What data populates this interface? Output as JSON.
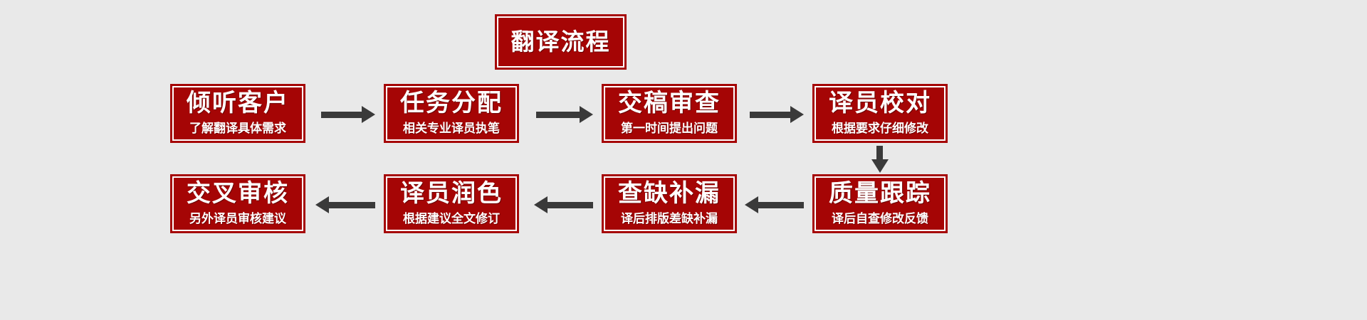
{
  "diagram": {
    "title": "翻译流程",
    "background_color": "#e9e9e9",
    "box_color": "#a50505",
    "box_inner_border_color": "#ffffff",
    "arrow_color": "#3a3a3a",
    "text_color": "#ffffff",
    "row1": [
      {
        "title": "倾听客户",
        "subtitle": "了解翻译具体需求"
      },
      {
        "title": "任务分配",
        "subtitle": "相关专业译员执笔"
      },
      {
        "title": "交稿审查",
        "subtitle": "第一时间提出问题"
      },
      {
        "title": "译员校对",
        "subtitle": "根据要求仔细修改"
      }
    ],
    "row2": [
      {
        "title": "交叉审核",
        "subtitle": "另外译员审核建议"
      },
      {
        "title": "译员润色",
        "subtitle": "根据建议全文修订"
      },
      {
        "title": "查缺补漏",
        "subtitle": "译后排版差缺补漏"
      },
      {
        "title": "质量跟踪",
        "subtitle": "译后自查修改反馈"
      }
    ],
    "arrows": [
      {
        "name": "arrow-listen-to-assign",
        "direction": "right"
      },
      {
        "name": "arrow-assign-to-review",
        "direction": "right"
      },
      {
        "name": "arrow-review-to-proofread",
        "direction": "right"
      },
      {
        "name": "arrow-proofread-to-quality",
        "direction": "down"
      },
      {
        "name": "arrow-quality-to-gapcheck",
        "direction": "left"
      },
      {
        "name": "arrow-gapcheck-to-polish",
        "direction": "left"
      },
      {
        "name": "arrow-polish-to-crosscheck",
        "direction": "left"
      }
    ]
  }
}
